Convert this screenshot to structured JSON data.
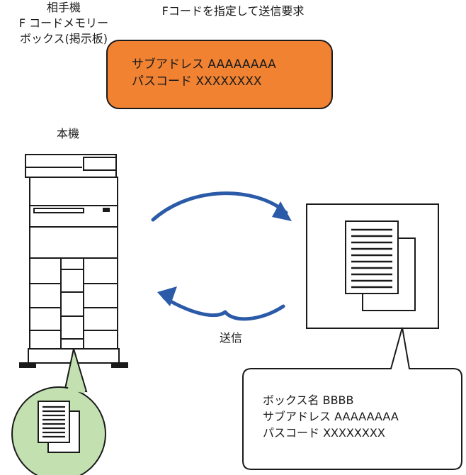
{
  "request": {
    "title": "Fコードを指定して送信要求",
    "subaddress_line": "サブアドレス AAAAAAAA",
    "passcode_line": "パスコード XXXXXXXX"
  },
  "this_machine": {
    "label": "本機"
  },
  "remote_machine": {
    "line1": "相手機",
    "line2": "F コードメモリー",
    "line3": "ボックス(掲示板)"
  },
  "transmit": {
    "label": "送信"
  },
  "callout": {
    "box_name_line": "ボックス名 BBBB",
    "subaddress_line": "サブアドレス AAAAAAAA",
    "passcode_line": "パスコード XXXXXXXX"
  },
  "colors": {
    "request_fill": "#f08232",
    "arrow": "#2a5aa8",
    "document_circle": "#c3e0b0"
  }
}
